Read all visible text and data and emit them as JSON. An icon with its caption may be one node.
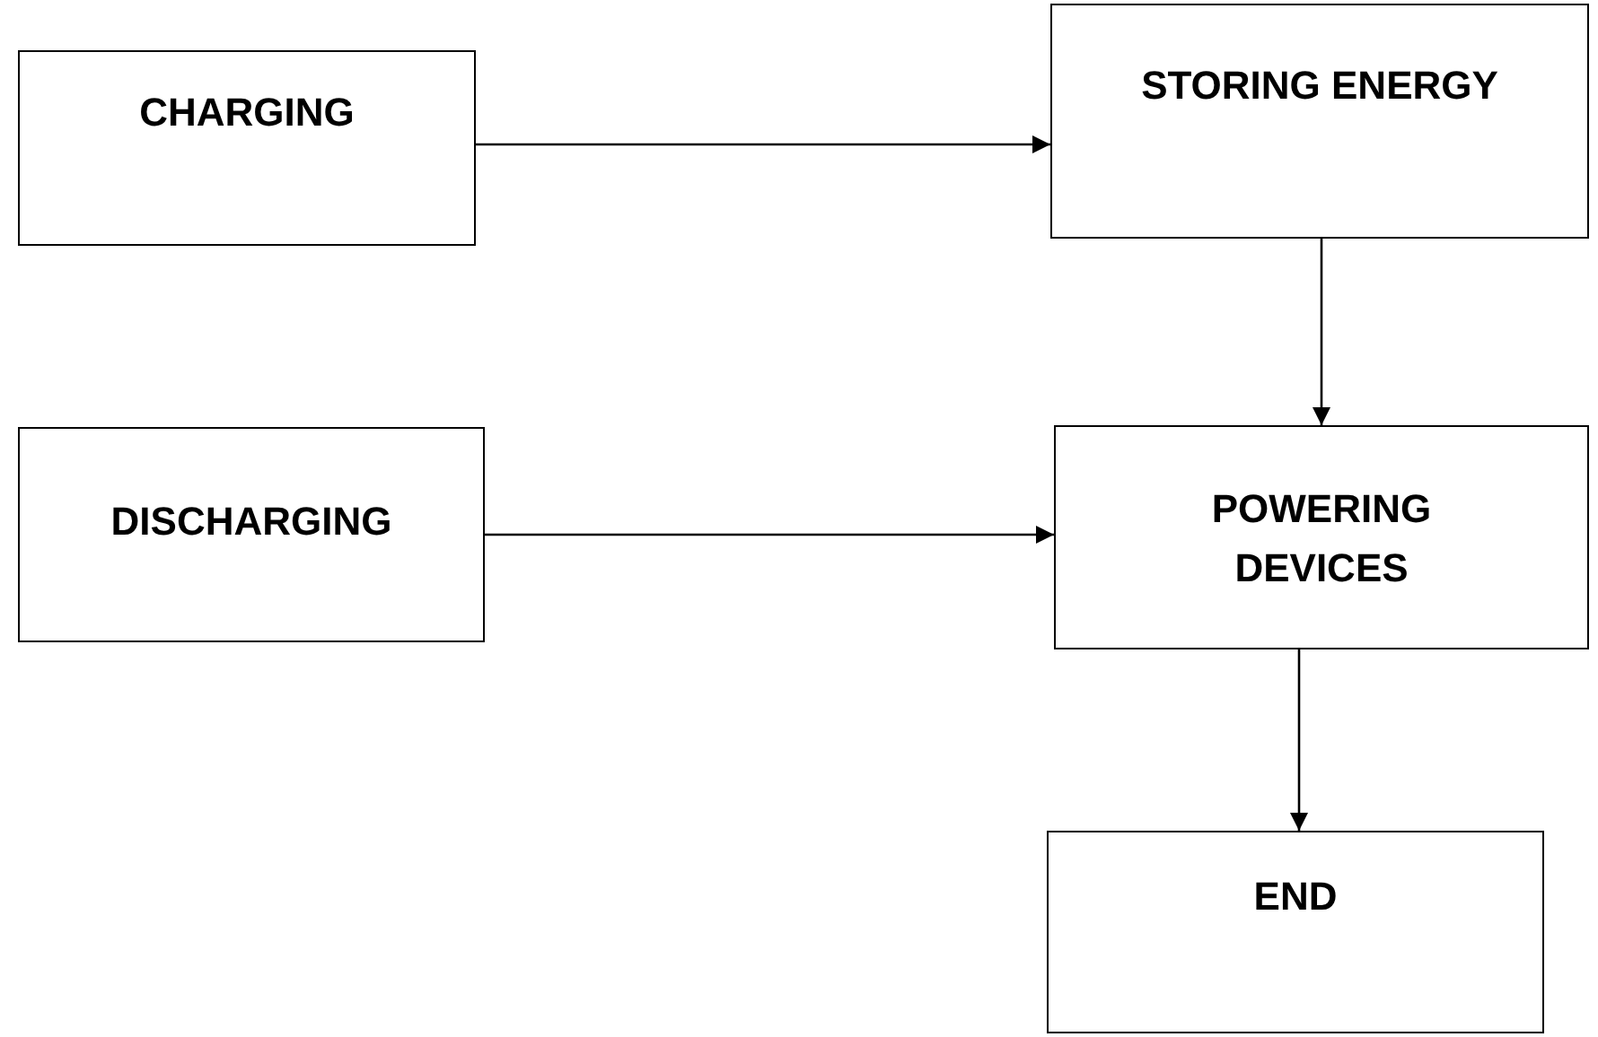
{
  "diagram": {
    "nodes": [
      {
        "text": [
          "CHARGING"
        ]
      },
      {
        "text": [
          "STORING ENERGY"
        ]
      },
      {
        "text": [
          "DISCHARGING"
        ]
      },
      {
        "text": [
          "POWERING DEVICES"
        ]
      },
      {
        "text": [
          "END"
        ]
      }
    ],
    "edges": [
      {
        "from": 0,
        "to": 1,
        "arrow": "to"
      },
      {
        "from": 1,
        "to": 3,
        "arrow": "to"
      },
      {
        "from": 2,
        "to": 3,
        "arrow": "to"
      },
      {
        "from": 3,
        "to": 4,
        "arrow": "to"
      }
    ]
  }
}
